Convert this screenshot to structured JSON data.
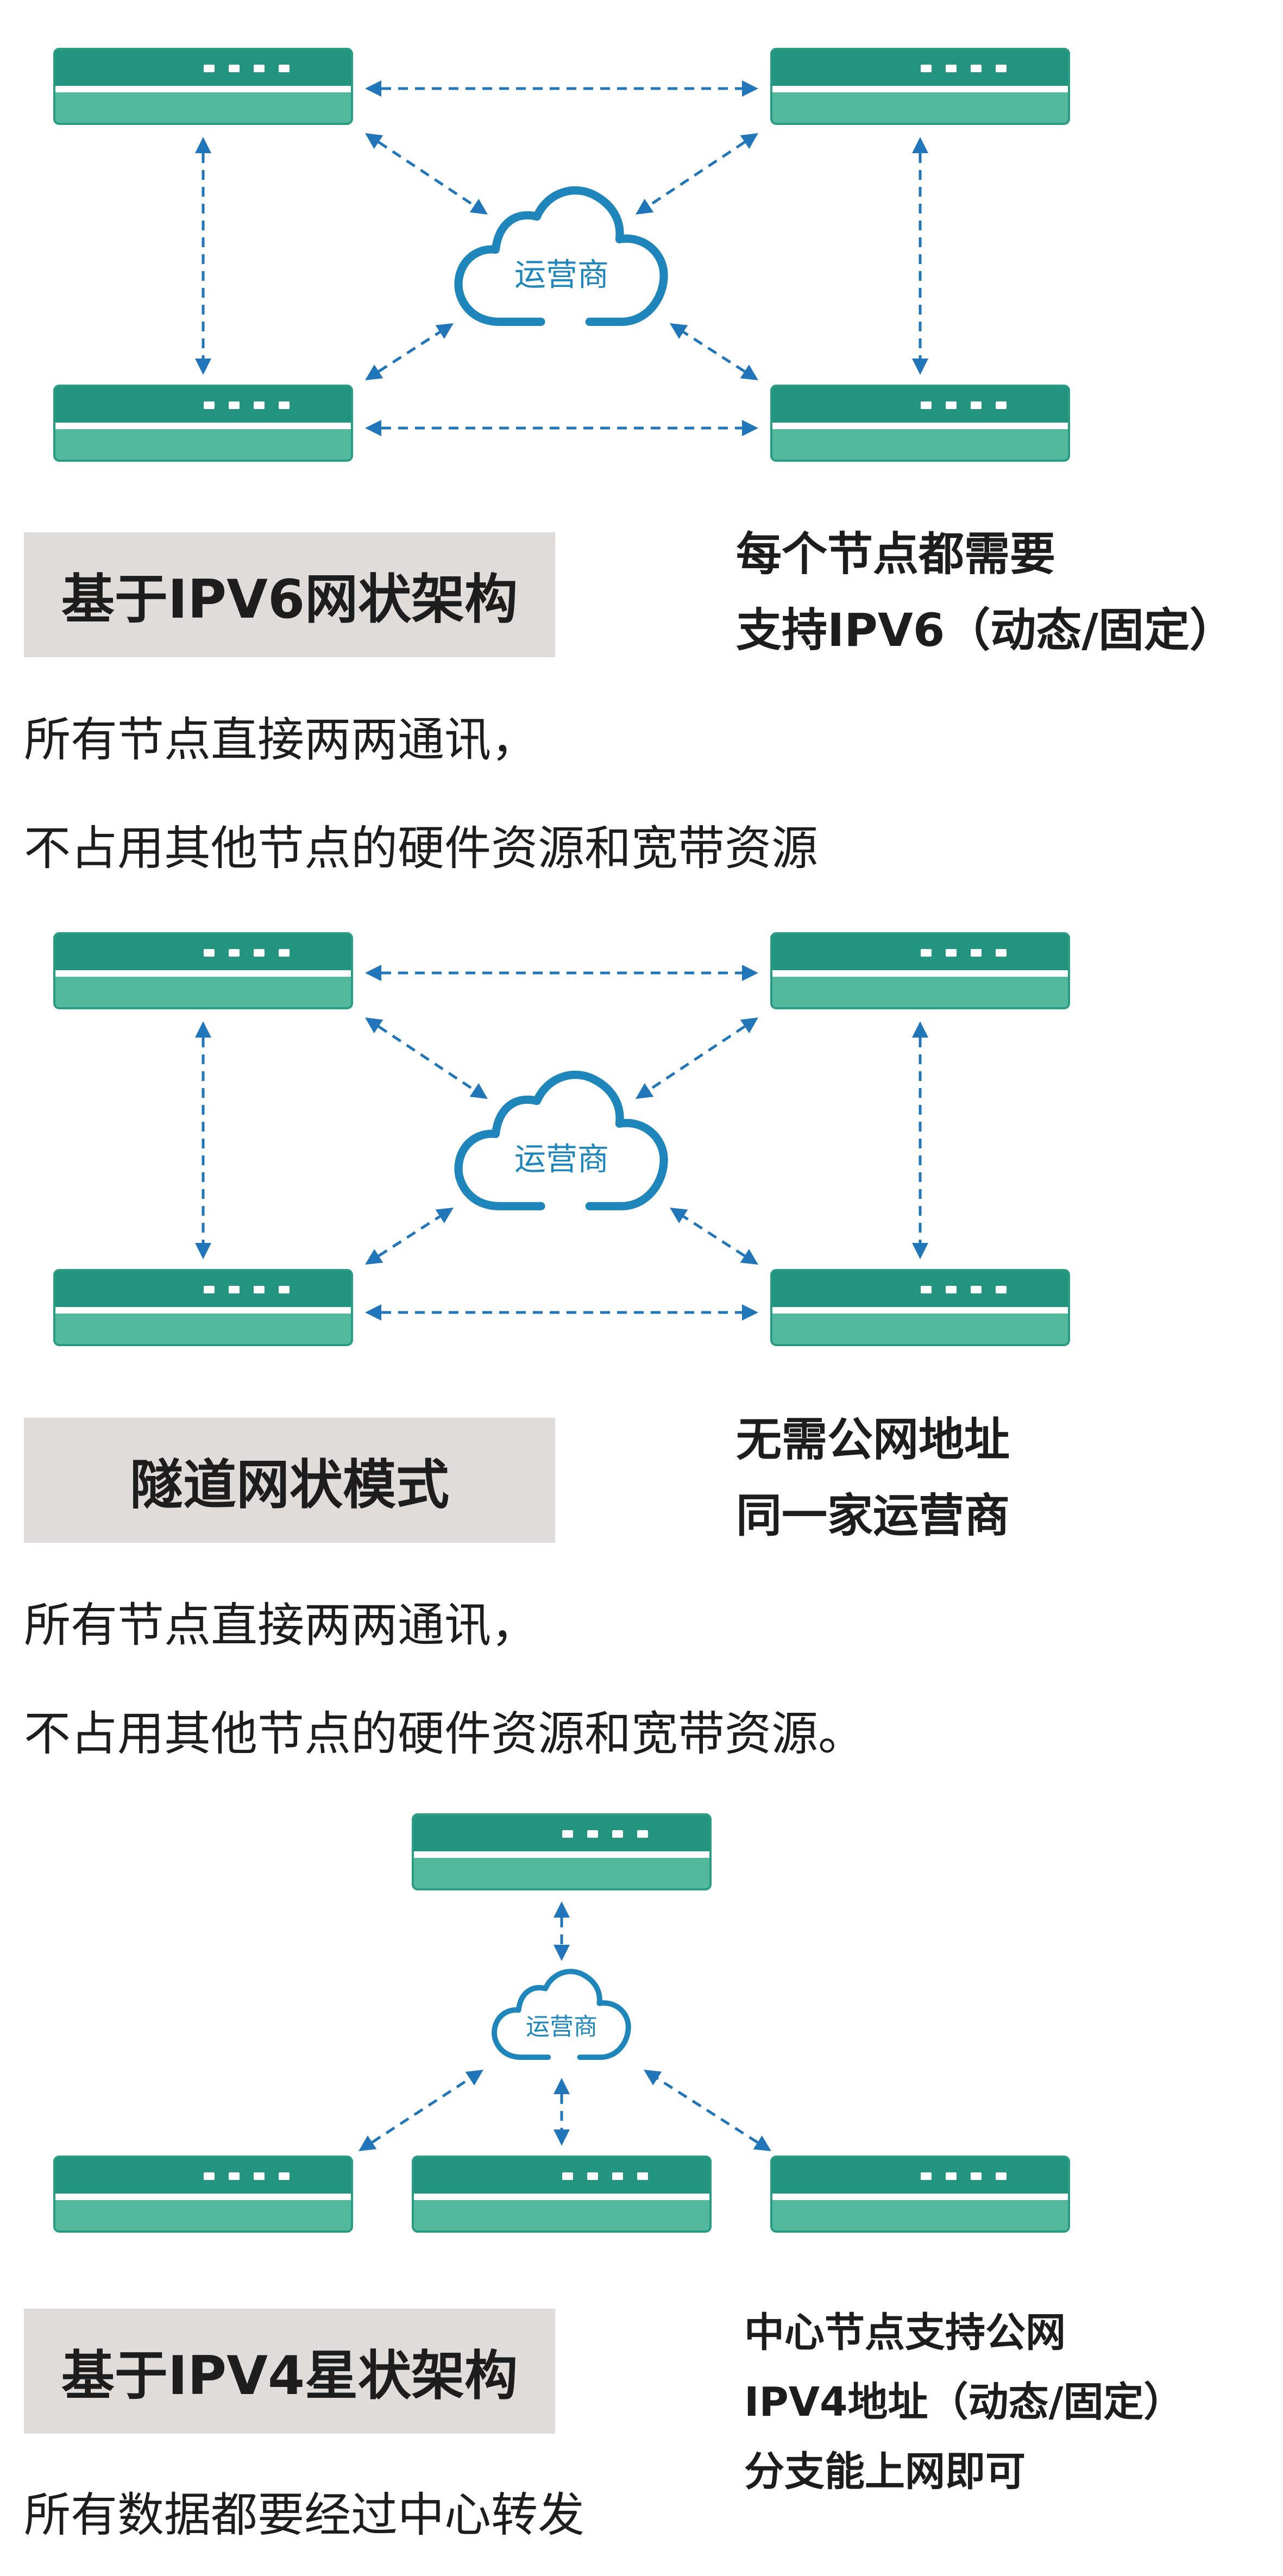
{
  "cloud_label": "运营商",
  "sections": [
    {
      "id": "ipv6-mesh",
      "tag": "基于IPV6网状架构",
      "note": [
        "每个节点都需要",
        "支持IPV6（动态/固定）"
      ],
      "desc": [
        "所有节点直接两两通讯，",
        "不占用其他节点的硬件资源和宽带资源"
      ]
    },
    {
      "id": "tunnel-mesh",
      "tag": "隧道网状模式",
      "note": [
        "无需公网地址",
        "同一家运营商"
      ],
      "desc": [
        "所有节点直接两两通讯，",
        "不占用其他节点的硬件资源和宽带资源。"
      ]
    },
    {
      "id": "ipv4-star",
      "tag": "基于IPV4星状架构",
      "note": [
        "中心节点支持公网",
        "IPV4地址（动态/固定）",
        "分支能上网即可"
      ],
      "desc": [
        "所有数据都要经过中心转发"
      ]
    }
  ],
  "colors": {
    "device_top": "#23947f",
    "device_bottom": "#52b99d",
    "device_edge": "#2b9c84",
    "arrow": "#2176b9",
    "cloud": "#1f86bc",
    "tag_bg": "#e0dcd9",
    "text": "#1d1d1d"
  },
  "icons": [
    "router-device-icon",
    "cloud-icon",
    "bidirectional-arrow-icon"
  ]
}
